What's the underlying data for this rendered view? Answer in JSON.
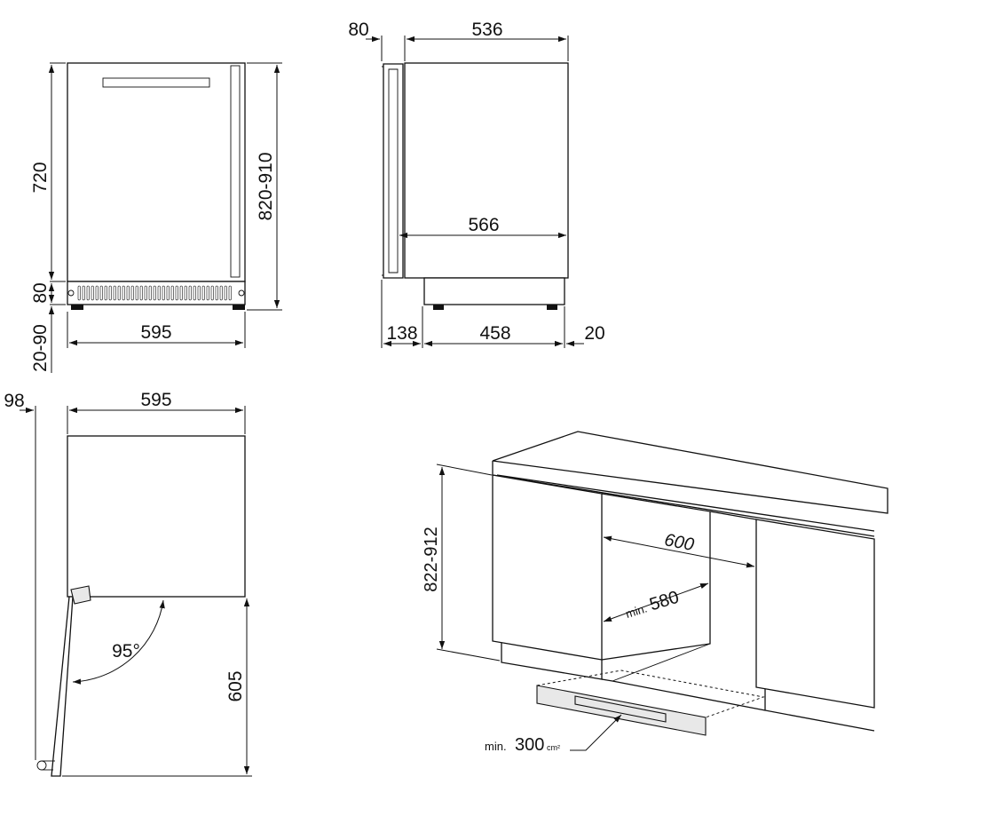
{
  "front_view": {
    "height_body": "720",
    "height_total": "820-910",
    "plinth_height": "80",
    "feet_height": "20-90",
    "width": "595"
  },
  "side_view": {
    "door_depth": "80",
    "body_depth": "536",
    "depth_inner": "566",
    "front_offset": "138",
    "plinth_depth": "458",
    "rear_offset": "20"
  },
  "top_view": {
    "handle_offset": "98",
    "width": "595",
    "door_angle": "95°",
    "door_open_depth": "605"
  },
  "installation": {
    "niche_height": "822-912",
    "niche_width": "600",
    "min_depth_prefix": "min.",
    "min_depth_value": "580",
    "vent_prefix": "min.",
    "vent_value": "300",
    "vent_unit": "cm²"
  }
}
